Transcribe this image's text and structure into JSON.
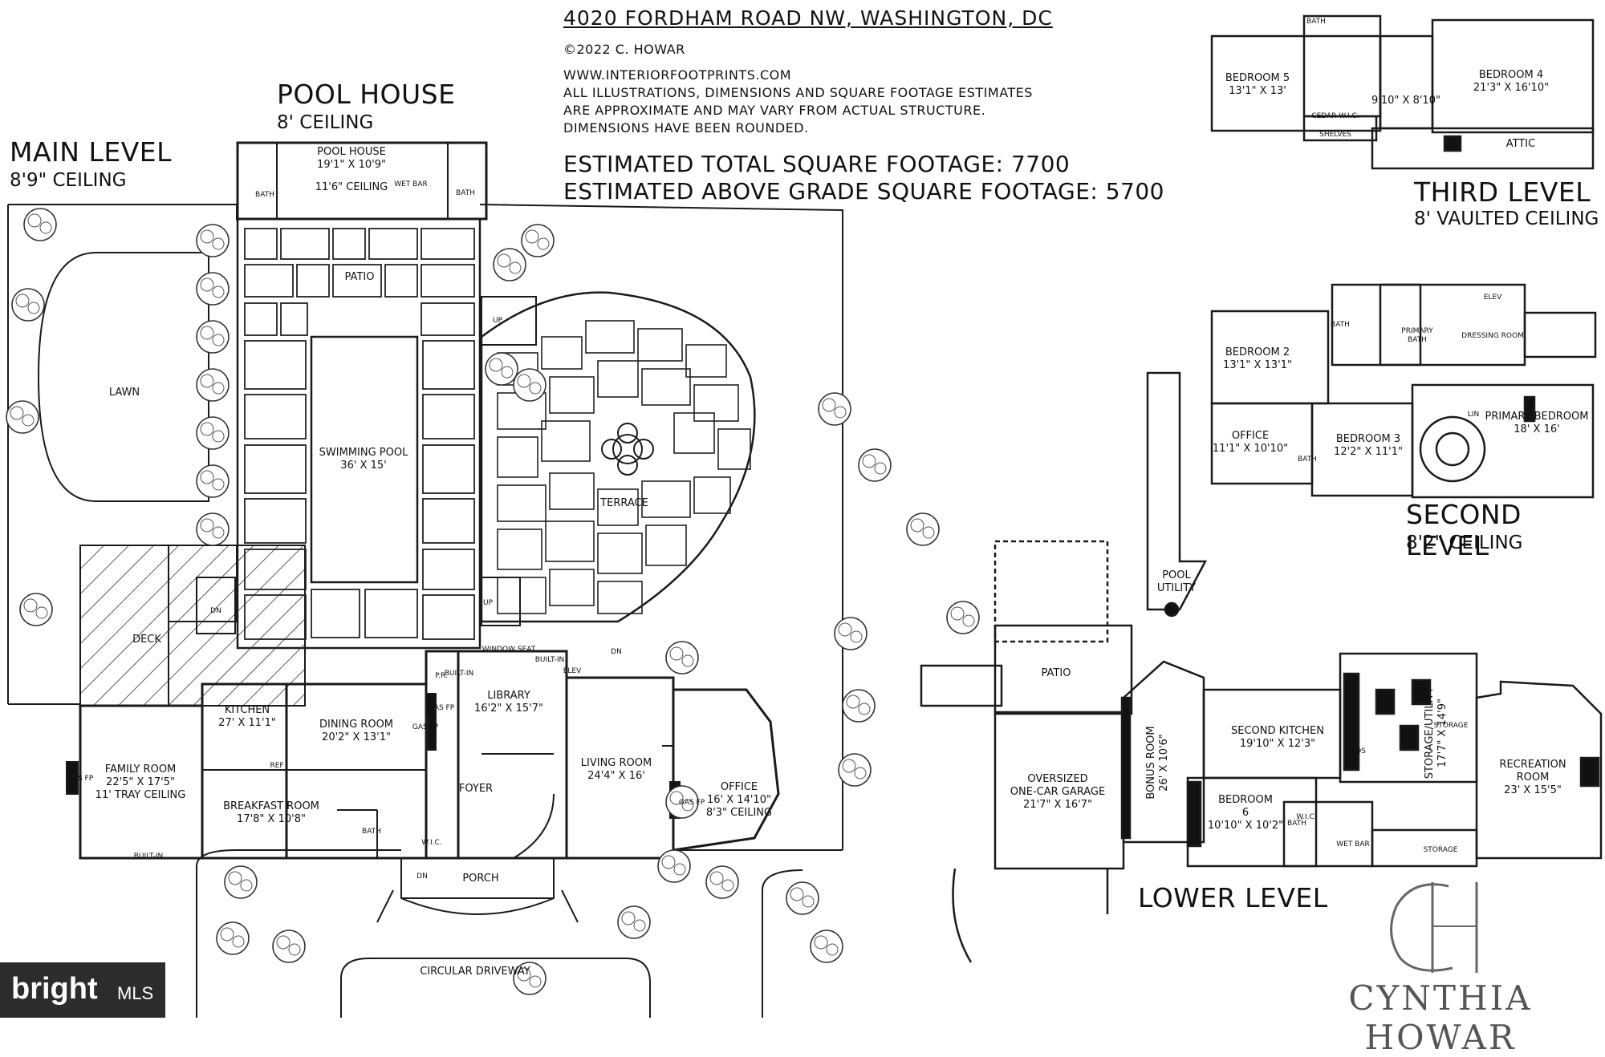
{
  "header": {
    "address": "4020 FORDHAM ROAD NW, WASHINGTON, DC",
    "copyright": "©2022 C. HOWAR",
    "website": "WWW.INTERIORFOOTPRINTS.COM",
    "disclaimer": [
      "ALL ILLUSTRATIONS, DIMENSIONS AND SQUARE FOOTAGE ESTIMATES",
      "ARE APPROXIMATE AND MAY VARY FROM ACTUAL STRUCTURE.",
      "DIMENSIONS HAVE BEEN ROUNDED."
    ],
    "total_sqft": "ESTIMATED TOTAL SQUARE FOOTAGE: 7700",
    "above_grade_sqft": "ESTIMATED ABOVE GRADE SQUARE FOOTAGE: 5700"
  },
  "levels": {
    "main": {
      "title": "MAIN LEVEL",
      "ceiling": "8'9\" CEILING"
    },
    "pool_house": {
      "title": "POOL HOUSE",
      "ceiling": "8' CEILING"
    },
    "third": {
      "title": "THIRD LEVEL",
      "ceiling": "8' VAULTED CEILING"
    },
    "second": {
      "title": "SECOND LEVEL",
      "ceiling": "8'2\" CEILING"
    },
    "lower": {
      "title": "LOWER LEVEL"
    }
  },
  "main_rooms": {
    "pool_house": [
      "POOL HOUSE",
      "19'1\" X 10'9\"",
      "11'6\" CEILING"
    ],
    "bath": "BATH",
    "wet_bar": "WET BAR",
    "patio": "PATIO",
    "lawn": "LAWN",
    "pool": [
      "SWIMMING POOL",
      "36' X 15'"
    ],
    "terrace": "TERRACE",
    "deck": "DECK",
    "family_room": [
      "FAMILY ROOM",
      "22'5\" X 17'5\"",
      "11' TRAY CEILING"
    ],
    "kitchen": [
      "KITCHEN",
      "27' X 11'1\""
    ],
    "dining": [
      "DINING ROOM",
      "20'2\" X 13'1\""
    ],
    "library": [
      "LIBRARY",
      "16'2\" X 15'7\""
    ],
    "living": [
      "LIVING ROOM",
      "24'4\" X 16'"
    ],
    "office": [
      "OFFICE",
      "16' X 14'10\"",
      "8'3\" CEILING"
    ],
    "breakfast": [
      "BREAKFAST ROOM",
      "17'8\" X 10'8\""
    ],
    "foyer": "FOYER",
    "porch": "PORCH",
    "driveway": "CIRCULAR DRIVEWAY",
    "pr": "P.R.",
    "wic": "W.I.C.",
    "elev": "ELEV",
    "window_seat": "WINDOW SEAT",
    "built_in": "BUILT-IN",
    "gas_fp": "GAS FP",
    "ref": "REF",
    "up": "UP",
    "dn": "DN"
  },
  "third_rooms": {
    "bedroom5": [
      "BEDROOM 5",
      "13'1\" X 13'"
    ],
    "bedroom4": [
      "BEDROOM 4",
      "21'3\" X 16'10\""
    ],
    "closet": "9'10\" X 8'10\"",
    "attic": "ATTIC",
    "cedar": "CEDAR W.I.C.",
    "shelves": "SHELVES",
    "bath": "BATH"
  },
  "second_rooms": {
    "bedroom2": [
      "BEDROOM 2",
      "13'1\" X 13'1\""
    ],
    "office": [
      "OFFICE",
      "11'1\" X 10'10\""
    ],
    "bedroom3": [
      "BEDROOM 3",
      "12'2\" X 11'1\""
    ],
    "primary_bedroom": [
      "PRIMARY BEDROOM",
      "18' X 16'"
    ],
    "primary_bath": [
      "PRIMARY",
      "BATH"
    ],
    "dressing": "DRESSING ROOM",
    "bath": "BATH",
    "elev": "ELEV",
    "lin": "LIN"
  },
  "lower_rooms": {
    "pool_utility": [
      "POOL",
      "UTILITY"
    ],
    "patio": "PATIO",
    "garage": [
      "OVERSIZED",
      "ONE-CAR GARAGE",
      "21'7\" X 16'7\""
    ],
    "bonus": [
      "BONUS ROOM",
      "26' X 10'6\""
    ],
    "second_kitchen": [
      "SECOND KITCHEN",
      "19'10\" X 12'3\""
    ],
    "storage_utility": [
      "STORAGE/UTILITY",
      "17'7\" X 14'9\""
    ],
    "recreation": [
      "RECREATION",
      "ROOM",
      "23' X 15'5\""
    ],
    "bedroom6": [
      "BEDROOM",
      "6",
      "10'10\" X 10'2\""
    ],
    "storage": "STORAGE",
    "bath": "BATH",
    "wet_bar": "WET BAR",
    "wic": "W.I.C.",
    "clos": "CLOS"
  },
  "branding": {
    "monogram": "CH",
    "name": "CYNTHIA HOWAR",
    "mls_brand": "bright",
    "mls_suffix": "MLS"
  }
}
